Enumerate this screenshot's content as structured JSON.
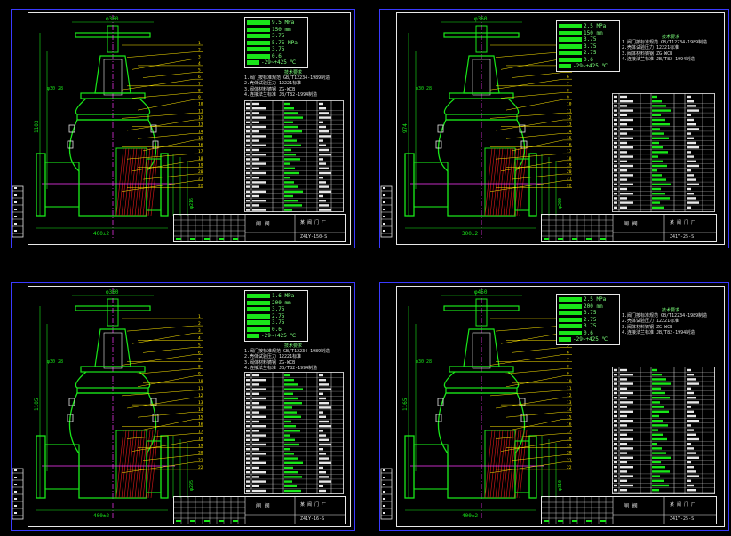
{
  "sheets": [
    {
      "id": "sheet-1",
      "specs": [
        "9.5 MPa",
        "150 mm",
        "3.75",
        "5.75 MPa",
        "3.75",
        "0.6",
        "-29~+425 ℃"
      ],
      "notes_title": "技术要求",
      "notes": [
        "1.阀门按标准规范 GB/T12234-1989制造",
        "2.壳体试验压力 12221标准",
        "3.阀体材料铸钢 ZG-WCB",
        "4.连接法兰标准 JB/T82-1994制造"
      ],
      "dims": {
        "top": "φ360",
        "height": "1103",
        "left": "φ30 28",
        "bottom": "400±2",
        "flange": "φ216"
      },
      "title_name": "闸 阀",
      "drawing_no": "Z41Y-150-S",
      "company": "某 阀 门 厂"
    },
    {
      "id": "sheet-2",
      "specs": [
        "2.5 MPa",
        "150 mm",
        "3.75",
        "3.75",
        "2.75",
        "0.6",
        "-29~+425 ℃"
      ],
      "notes_title": "技术要求",
      "notes": [
        "1.阀门按标准规范 GB/T12234-1989制造",
        "2.壳体试验压力 12221标准",
        "3.阀体材料铸钢 ZG-WCB",
        "4.连接法兰标准 JB/T82-1994制造"
      ],
      "dims": {
        "top": "φ360",
        "height": "974",
        "left": "φ30 28",
        "bottom": "300±2",
        "flange": "φ200"
      },
      "title_name": "闸 阀",
      "drawing_no": "Z41Y-25-S",
      "company": "某 阀 门 厂"
    },
    {
      "id": "sheet-3",
      "specs": [
        "1.6 MPa",
        "200 mm",
        "3.75",
        "2.75",
        "3.75",
        "0.6",
        "-29~+425 ℃"
      ],
      "notes_title": "技术要求",
      "notes": [
        "1.阀门按标准规范 GB/T12234-1989制造",
        "2.壳体试验压力 12221标准",
        "3.阀体材料铸钢 ZG-WCB",
        "4.连接法兰标准 JB/T82-1994制造"
      ],
      "dims": {
        "top": "φ360",
        "height": "1105",
        "left": "φ30 28",
        "bottom": "400±2",
        "flange": "φ295"
      },
      "title_name": "闸 阀",
      "drawing_no": "Z41Y-16-S",
      "company": "某 阀 门 厂"
    },
    {
      "id": "sheet-4",
      "specs": [
        "2.5 MPa",
        "200 mm",
        "3.75",
        "2.75",
        "3.75",
        "0.6",
        "-29~+425 ℃"
      ],
      "notes_title": "技术要求",
      "notes": [
        "1.阀门按标准规范 GB/T12234-1989制造",
        "2.壳体试验压力 12221标准",
        "3.阀体材料铸钢 ZG-WCB",
        "4.连接法兰标准 JB/T82-1994制造"
      ],
      "dims": {
        "top": "φ450",
        "height": "1165",
        "left": "φ30 28",
        "bottom": "400±2",
        "flange": "φ310"
      },
      "title_name": "闸 阀",
      "drawing_no": "Z41Y-25-S",
      "company": "某 阀 门 厂"
    }
  ],
  "colors": {
    "background": "#000000",
    "frame": "#3a3aff",
    "linework": "#19e619",
    "callout": "#ffe600",
    "hatch": "#e01919",
    "centerline": "#ff3aff",
    "white": "#e8e8e8"
  }
}
